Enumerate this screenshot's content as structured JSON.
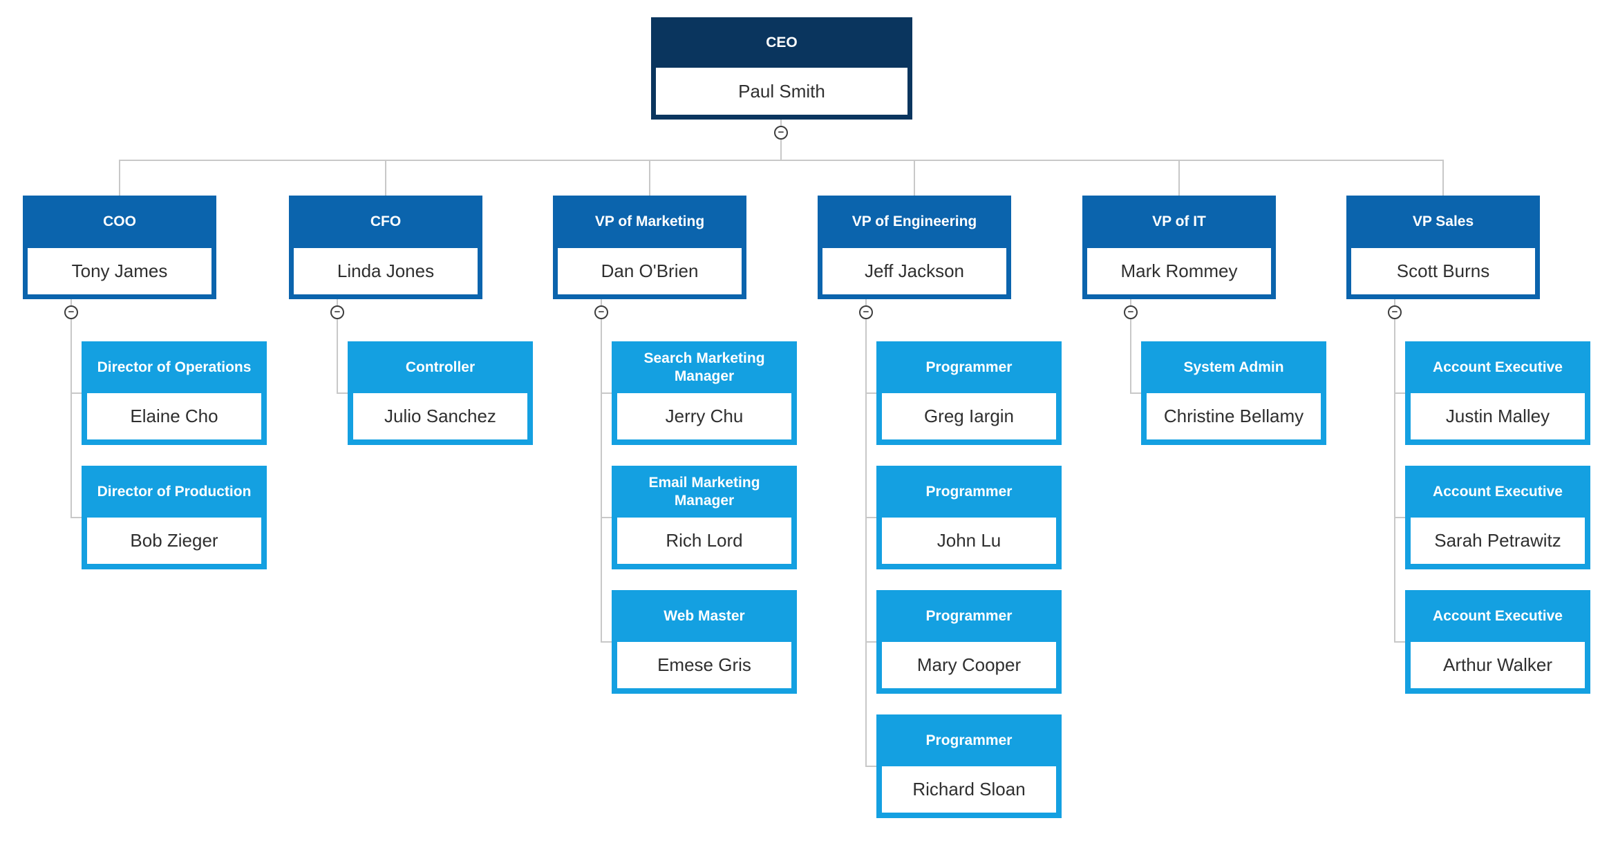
{
  "ui": {
    "collapse_glyph": "−"
  },
  "palette": {
    "level1_header": "#0a355e",
    "level2_header": "#0b64ad",
    "level3_header": "#14a0e1",
    "connector_line": "#c8c8c8",
    "collapse_icon": "#3d3d3d",
    "title_text": "#ffffff",
    "name_text": "#2f2f2f",
    "body_background": "#ffffff"
  },
  "root": {
    "title": "CEO",
    "name": "Paul Smith",
    "children": [
      {
        "title": "COO",
        "name": "Tony James",
        "children": [
          {
            "title": "Director of Operations",
            "name": "Elaine Cho"
          },
          {
            "title": "Director of Production",
            "name": "Bob Zieger"
          }
        ]
      },
      {
        "title": "CFO",
        "name": "Linda Jones",
        "children": [
          {
            "title": "Controller",
            "name": "Julio Sanchez"
          }
        ]
      },
      {
        "title": "VP of Marketing",
        "name": "Dan O'Brien",
        "children": [
          {
            "title": "Search Marketing Manager",
            "name": "Jerry Chu"
          },
          {
            "title": "Email Marketing Manager",
            "name": "Rich Lord"
          },
          {
            "title": "Web Master",
            "name": "Emese Gris"
          }
        ]
      },
      {
        "title": "VP of Engineering",
        "name": "Jeff Jackson",
        "children": [
          {
            "title": "Programmer",
            "name": "Greg Iargin"
          },
          {
            "title": "Programmer",
            "name": "John Lu"
          },
          {
            "title": "Programmer",
            "name": "Mary Cooper"
          },
          {
            "title": "Programmer",
            "name": "Richard Sloan"
          }
        ]
      },
      {
        "title": "VP of IT",
        "name": "Mark Rommey",
        "children": [
          {
            "title": "System Admin",
            "name": "Christine Bellamy"
          }
        ]
      },
      {
        "title": "VP Sales",
        "name": "Scott Burns",
        "children": [
          {
            "title": "Account Executive",
            "name": "Justin Malley"
          },
          {
            "title": "Account Executive",
            "name": "Sarah Petrawitz"
          },
          {
            "title": "Account Executive",
            "name": "Arthur Walker"
          }
        ]
      }
    ]
  }
}
